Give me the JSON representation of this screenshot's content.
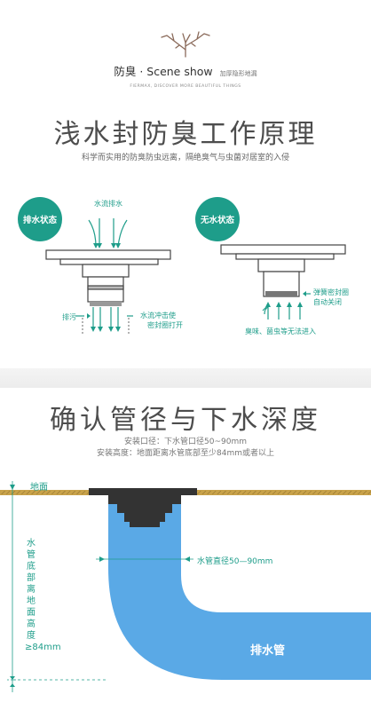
{
  "header": {
    "scene_title": "防臭 · Scene show",
    "scene_sub": "加厚隐形地漏",
    "tagline": "FIERMAX, DISCOVER MORE BEAUTIFUL THINGS"
  },
  "section1": {
    "title": "浅水封防臭工作原理",
    "subtitle": "科学而实用的防臭防虫远离，隔绝臭气与虫菌对居室的入侵",
    "drain_state": {
      "badge": "排水状态",
      "water_flow": "水流排水",
      "drain_label": "排污",
      "flush_label_1": "水流冲击使",
      "flush_label_2": "密封圈打开"
    },
    "no_water_state": {
      "badge": "无水状态",
      "spring_label_1": "弹簧密封圈",
      "spring_label_2": "自动关闭",
      "block_label": "臭味、菌虫等无法进入"
    }
  },
  "section2": {
    "title": "确认管径与下水深度",
    "line1": "安装口径：下水管口径50~90mm",
    "line2": "安装高度：地面距离水管底部至少84mm或者以上",
    "ground_label": "地面",
    "vertical_label": "水管底部离地面高度≥84mm",
    "diameter_label": "水管直径50—90mm",
    "pipe_label": "排水管"
  },
  "colors": {
    "accent": "#1e9d8a",
    "pipe_blue": "#5aa9e6",
    "ground": "#c8a24a"
  }
}
